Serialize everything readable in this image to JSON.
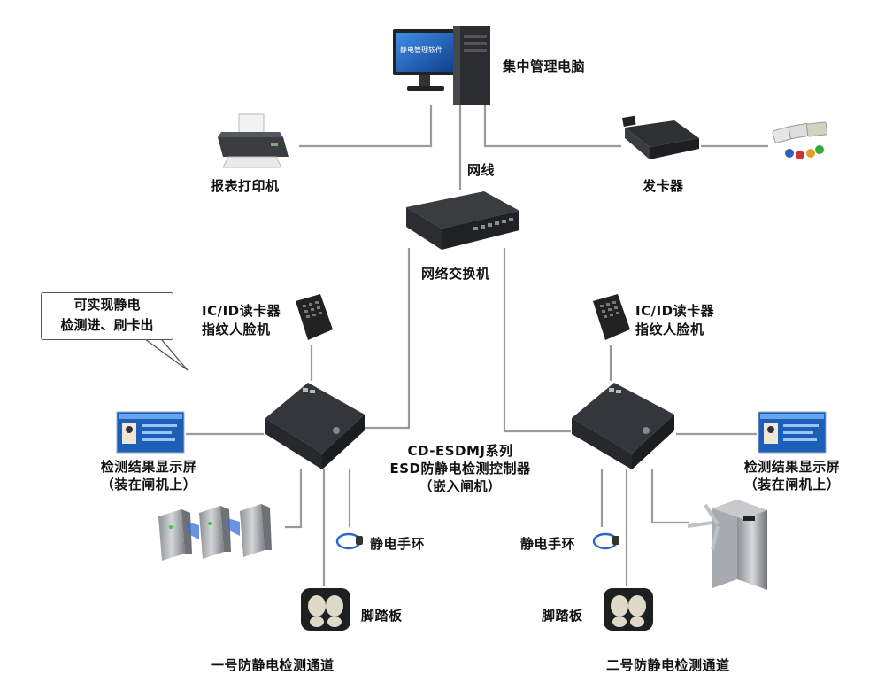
{
  "nodes": {
    "central_pc": "集中管理电脑",
    "pc_screen_text": "静电管理软件",
    "printer": "报表打印机",
    "network_cable": "网线",
    "card_issuer": "发卡器",
    "switch": "网络交换机",
    "reader_left_line1": "IC/ID读卡器",
    "reader_left_line2": "指纹人脸机",
    "reader_right_line1": "IC/ID读卡器",
    "reader_right_line2": "指纹人脸机",
    "controller_line1": "CD-ESDMJ系列",
    "controller_line2": "ESD防静电检测控制器",
    "controller_line3": "（嵌入闸机）",
    "display_left_line1": "检测结果显示屏",
    "display_left_line2": "（装在闸机上）",
    "display_right_line1": "检测结果显示屏",
    "display_right_line2": "（装在闸机上）",
    "wrist_left": "静电手环",
    "wrist_right": "静电手环",
    "foot_left": "脚踏板",
    "foot_right": "脚踏板",
    "channel_1": "一号防静电检测通道",
    "channel_2": "二号防静电检测通道"
  },
  "callout": {
    "line1": "可实现静电",
    "line2": "检测进、刷卡出"
  },
  "colors": {
    "wire": "#9a9a9a",
    "device_dark": "#2b2d30",
    "device_mid": "#4a4d52",
    "screen_blue": "#1b5fb8"
  }
}
